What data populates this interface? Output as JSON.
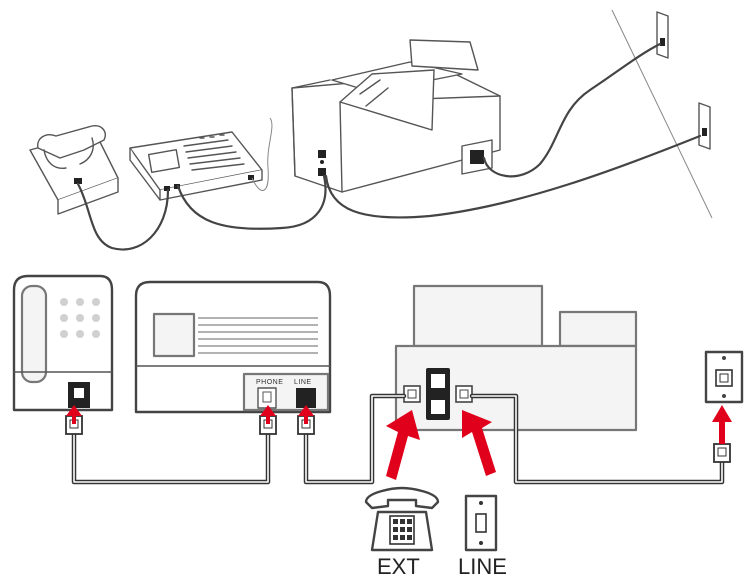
{
  "labels": {
    "phone_port": "PHONE",
    "line_port": "LINE",
    "ext_callout": "EXT",
    "line_callout": "LINE"
  },
  "colors": {
    "arrow": "#e0001b",
    "outline": "#555555",
    "cable": "#333333"
  },
  "icons": {
    "phone": "telephone-icon",
    "wall_jack": "wall-jack-icon",
    "rj11": "rj11-plug-icon",
    "arrow": "red-up-arrow-icon"
  }
}
